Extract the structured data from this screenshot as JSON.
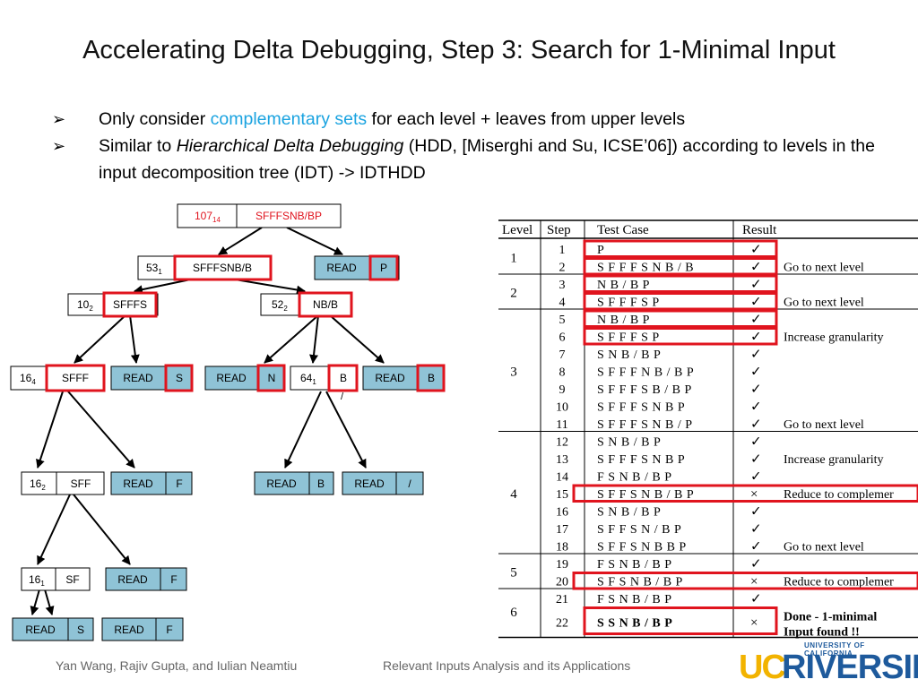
{
  "slide": {
    "title": "Accelerating Delta Debugging, Step 3: Search for 1-Minimal Input",
    "bullet1": {
      "arrow": "➢",
      "pre": "Only consider ",
      "highlight": "complementary sets",
      "post": " for each level + leaves from upper levels"
    },
    "bullet2": {
      "arrow": "➢",
      "pre": "Similar to ",
      "italic": "Hierarchical Delta Debugging",
      "post": " (HDD, [Miserghi and Su, ICSE’06]) according to levels in the input decomposition tree (IDT) -> IDTHDD"
    }
  },
  "tree": {
    "root": {
      "id": "107",
      "sub": "14",
      "value": "SFFFSNB/BP"
    },
    "n53": {
      "id": "53",
      "sub": "1",
      "value": "SFFFSNB/B"
    },
    "readP": {
      "read": "READ",
      "value": "P"
    },
    "n10": {
      "id": "10",
      "sub": "2",
      "value": "SFFFS"
    },
    "n52": {
      "id": "52",
      "sub": "2",
      "value": "NB/B"
    },
    "n16a": {
      "id": "16",
      "sub": "4",
      "value": "SFFF"
    },
    "readS1": {
      "read": "READ",
      "value": "S"
    },
    "readN": {
      "read": "READ",
      "value": "N"
    },
    "n64": {
      "id": "64",
      "sub": "1",
      "value": "B",
      "extra": "/"
    },
    "readB1": {
      "read": "READ",
      "value": "B"
    },
    "n16b": {
      "id": "16",
      "sub": "2",
      "value": "SFF"
    },
    "readF1": {
      "read": "READ",
      "value": "F"
    },
    "readB2": {
      "read": "READ",
      "value": "B"
    },
    "readSlash": {
      "read": "READ",
      "value": "/"
    },
    "n16c": {
      "id": "16",
      "sub": "1",
      "value": "SF"
    },
    "readF2": {
      "read": "READ",
      "value": "F"
    },
    "readS2": {
      "read": "READ",
      "value": "S"
    },
    "readF3": {
      "read": "READ",
      "value": "F"
    }
  },
  "table": {
    "headers": {
      "level": "Level",
      "step": "Step",
      "test": "Test Case",
      "result": "Result"
    },
    "rows": [
      {
        "step": "1",
        "test": "P",
        "result": "✓",
        "note": ""
      },
      {
        "step": "2",
        "test": "S F F F S N B / B",
        "result": "✓",
        "note": "Go to next level"
      },
      {
        "step": "3",
        "test": "N B / B P",
        "result": "✓",
        "note": ""
      },
      {
        "step": "4",
        "test": "S F F F S P",
        "result": "✓",
        "note": "Go to next level"
      },
      {
        "step": "5",
        "test": "N B / B P",
        "result": "✓",
        "note": ""
      },
      {
        "step": "6",
        "test": "S F F F S P",
        "result": "✓",
        "note": "Increase granularity"
      },
      {
        "step": "7",
        "test": "S N B / B P",
        "result": "✓",
        "note": ""
      },
      {
        "step": "8",
        "test": "S F F F N B / B P",
        "result": "✓",
        "note": ""
      },
      {
        "step": "9",
        "test": "S F F F S B / B P",
        "result": "✓",
        "note": ""
      },
      {
        "step": "10",
        "test": "S F F F S N B P",
        "result": "✓",
        "note": ""
      },
      {
        "step": "11",
        "test": "S F F F S N B / P",
        "result": "✓",
        "note": "Go to next level"
      },
      {
        "step": "12",
        "test": "S N B / B P",
        "result": "✓",
        "note": ""
      },
      {
        "step": "13",
        "test": "S F F F S N B P",
        "result": "✓",
        "note": "Increase granularity"
      },
      {
        "step": "14",
        "test": "F S N B / B P",
        "result": "✓",
        "note": ""
      },
      {
        "step": "15",
        "test": "S F F S N B / B P",
        "result": "×",
        "note": "Reduce to complemer"
      },
      {
        "step": "16",
        "test": "S N B / B P",
        "result": "✓",
        "note": ""
      },
      {
        "step": "17",
        "test": "S F F S N / B P",
        "result": "✓",
        "note": ""
      },
      {
        "step": "18",
        "test": "S F F S N B B P",
        "result": "✓",
        "note": "Go to next level"
      },
      {
        "step": "19",
        "test": "F S N B / B P",
        "result": "✓",
        "note": ""
      },
      {
        "step": "20",
        "test": "S F S N B / B P",
        "result": "×",
        "note": "Reduce to complemer"
      },
      {
        "step": "21",
        "test": "F S N B / B P",
        "result": "✓",
        "note": ""
      },
      {
        "step": "22",
        "test": "S S N B / B P",
        "result": "×",
        "note": "Done - 1-minimal",
        "note2": "Input found !!"
      }
    ],
    "levels": [
      "1",
      "2",
      "3",
      "4",
      "5",
      "6"
    ]
  },
  "footer": {
    "authors": "Yan Wang, Rajiv Gupta, and Iulian Neamtiu",
    "talk": "Relevant Inputs Analysis and its Applications"
  },
  "logo": {
    "university": "UNIVERSITY OF CALIFORNIA",
    "uc": "UC",
    "riverside": "RIVERSIDE"
  },
  "colors": {
    "highlight": "#1aa3e0",
    "red_box": "#e0141e",
    "node_fill": "#8fc3d6",
    "logo_gold": "#f2b300",
    "logo_blue": "#1e5a9c"
  }
}
